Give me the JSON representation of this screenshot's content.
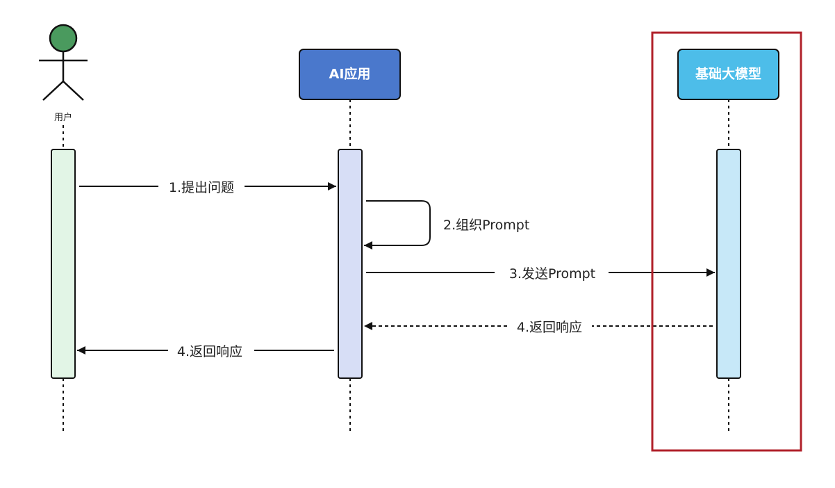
{
  "participants": {
    "user": {
      "label": "用户",
      "head_color": "#4a9a5e",
      "activation_color": "#e2f5e6"
    },
    "app": {
      "label": "AI应用",
      "head_color": "#4a78cc",
      "activation_color": "#d7def6"
    },
    "model": {
      "label": "基础大模型",
      "head_color": "#4dbde9",
      "activation_color": "#c7e8f8"
    }
  },
  "highlight": {
    "color": "#b0202a"
  },
  "messages": [
    {
      "label": "1.提出问题",
      "style": "solid"
    },
    {
      "label": "2.组织Prompt",
      "style": "solid"
    },
    {
      "label": "3.发送Prompt",
      "style": "solid"
    },
    {
      "label": "4.返回响应",
      "style": "dashed"
    },
    {
      "label": "4.返回响应",
      "style": "solid"
    }
  ]
}
